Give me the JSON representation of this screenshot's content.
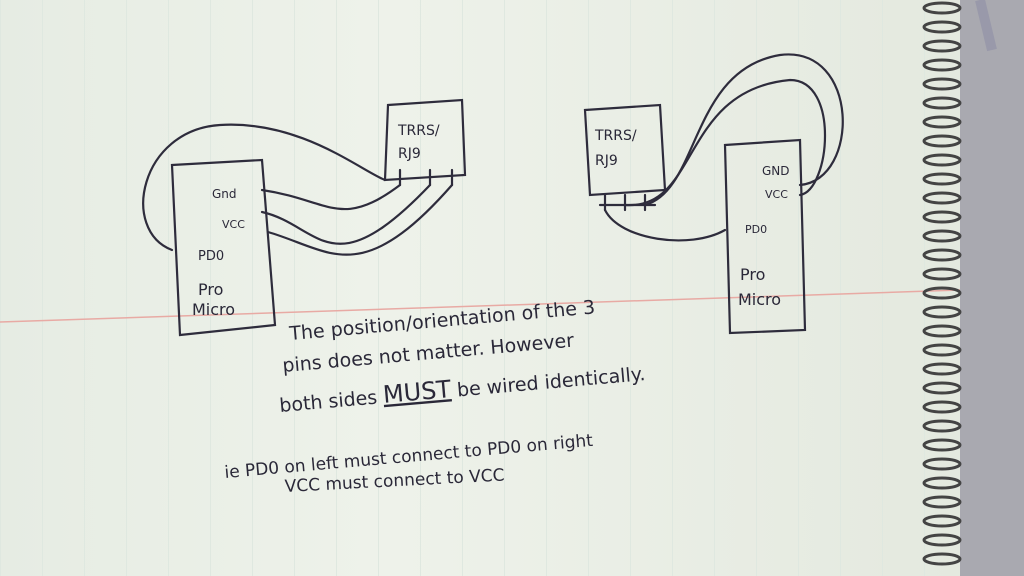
{
  "left_side": {
    "board": {
      "pins": [
        "Gnd",
        "VCC",
        "PD0"
      ],
      "label_line1": "Pro",
      "label_line2": "Micro"
    },
    "connector": {
      "line1": "TRRS/",
      "line2": "RJ9"
    }
  },
  "right_side": {
    "board": {
      "pins": [
        "GND",
        "VCC",
        "PD0"
      ],
      "label_line1": "Pro",
      "label_line2": "Micro"
    },
    "connector": {
      "line1": "TRRS/",
      "line2": "RJ9"
    }
  },
  "note": {
    "line1": "The position/orientation of the 3",
    "line2": "pins does not matter. However",
    "line3_a": "both sides",
    "line3_em": "MUST",
    "line3_b": "be wired identically.",
    "line4": "ie  PD0 on left must connect to PD0 on right",
    "line5": "VCC must connect to VCC"
  },
  "colors": {
    "ink": "#2e2c3c",
    "paper": "#eef2ea",
    "margin_line": "#e8a6a0"
  }
}
